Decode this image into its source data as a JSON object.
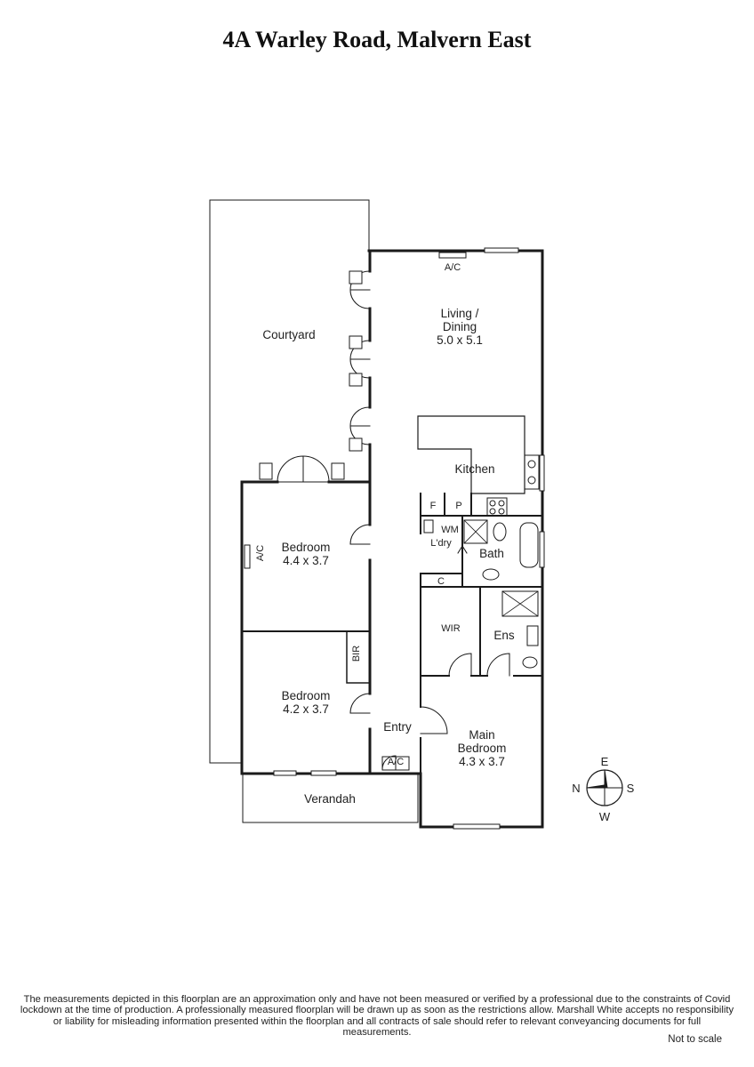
{
  "title": "4A Warley Road, Malvern East",
  "rooms": {
    "courtyard": "Courtyard",
    "living_name": "Living /",
    "living_name2": "Dining",
    "living_dims": "5.0 x 5.1",
    "kitchen": "Kitchen",
    "fridge": "F",
    "pantry": "P",
    "wm": "WM",
    "laundry": "L'dry",
    "bath": "Bath",
    "cupboard": "C",
    "bed1_name": "Bedroom",
    "bed1_dims": "4.4 x 3.7",
    "bed2_name": "Bedroom",
    "bed2_dims": "4.2 x 3.7",
    "bir": "BIR",
    "wir": "WIR",
    "ensuite": "Ens",
    "entry": "Entry",
    "main_name": "Main",
    "main_name2": "Bedroom",
    "main_dims": "4.3 x 3.7",
    "verandah": "Verandah",
    "ac": "A/C"
  },
  "compass": {
    "n": "N",
    "e": "E",
    "s": "S",
    "w": "W"
  },
  "disclaimer": "The measurements depicted in this floorplan are an approximation only and have not been measured or verified by a professional due to the constraints of Covid lockdown at the time of production. A professionally measured floorplan will be drawn up as soon as the restrictions allow. Marshall White accepts no responsibility or liability for misleading information presented within the floorplan and all contracts of sale should refer to relevant conveyancing documents for full measurements.",
  "scale_note": "Not to scale"
}
